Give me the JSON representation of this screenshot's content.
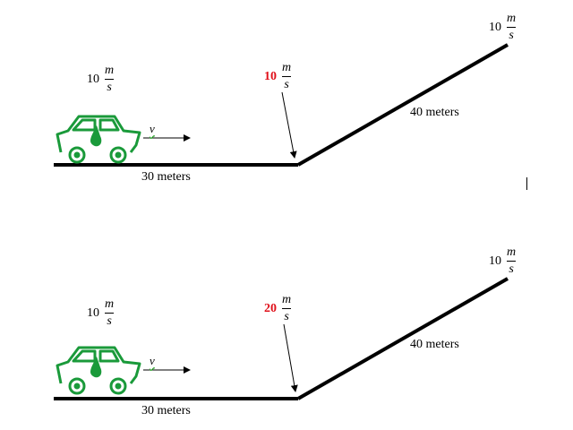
{
  "panels": [
    {
      "start_speed": {
        "value": "10",
        "unit_num": "m",
        "unit_den": "s"
      },
      "bottom_speed": {
        "value": "10",
        "unit_num": "m",
        "unit_den": "s"
      },
      "top_speed": {
        "value": "10",
        "unit_num": "m",
        "unit_den": "s"
      },
      "flat_label": "30 meters",
      "ramp_label": "40 meters",
      "velocity_label": "v"
    },
    {
      "start_speed": {
        "value": "10",
        "unit_num": "m",
        "unit_den": "s"
      },
      "bottom_speed": {
        "value": "20",
        "unit_num": "m",
        "unit_den": "s"
      },
      "top_speed": {
        "value": "10",
        "unit_num": "m",
        "unit_den": "s"
      },
      "flat_label": "30 meters",
      "ramp_label": "40 meters",
      "velocity_label": "v"
    }
  ],
  "colors": {
    "track": "#000000",
    "car": "#1a9a3a",
    "highlight": "#e0101a"
  },
  "icons": [
    "car-icon",
    "leaf-drop-icon",
    "velocity-arrow-icon"
  ]
}
